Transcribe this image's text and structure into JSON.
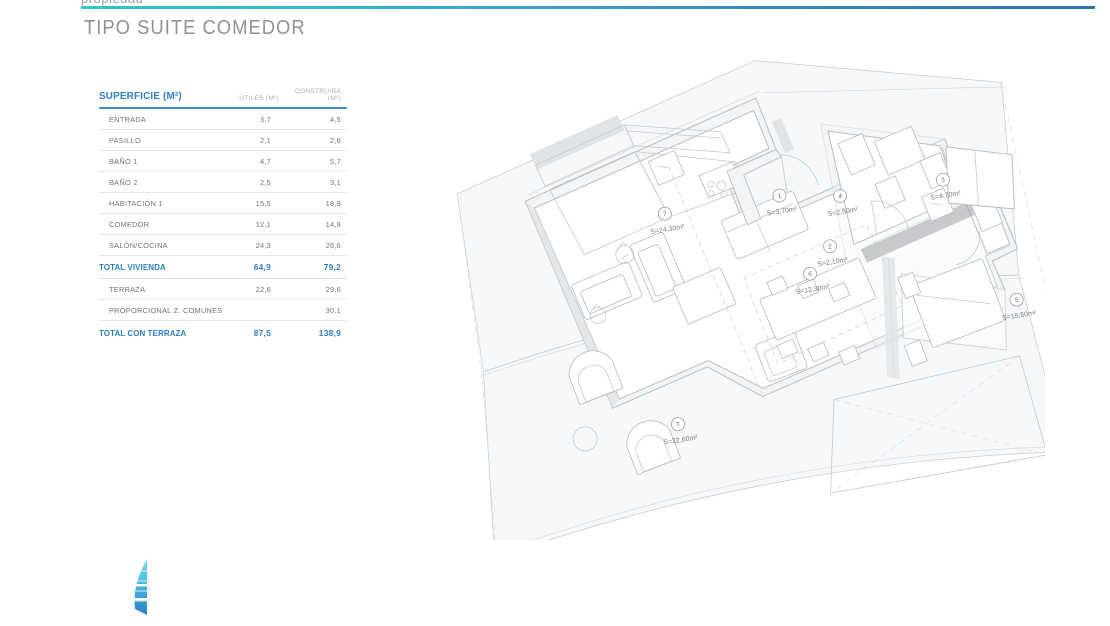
{
  "header": {
    "clipped_text": "propiedad",
    "rule_color_start": "#2ec9c6",
    "rule_color_end": "#2a76b4"
  },
  "page_title": "TIPO SUITE COMEDOR",
  "watermark": {
    "text": "propiedades"
  },
  "table": {
    "title": "SUPERFICIE (M²)",
    "columns": [
      "ÚTILES (M²)",
      "CONSTRUIDA (M²)"
    ],
    "accent_color": "#2f7fbe",
    "rows": [
      {
        "name": "ENTRADA",
        "utiles": "3,7",
        "construida": "4,5",
        "total": false
      },
      {
        "name": "PASILLO",
        "utiles": "2,1",
        "construida": "2,6",
        "total": false
      },
      {
        "name": "BAÑO 1",
        "utiles": "4,7",
        "construida": "5,7",
        "total": false
      },
      {
        "name": "BAÑO 2",
        "utiles": "2,5",
        "construida": "3,1",
        "total": false
      },
      {
        "name": "HABITACIÓN 1",
        "utiles": "15,5",
        "construida": "18,9",
        "total": false
      },
      {
        "name": "COMEDOR",
        "utiles": "12,1",
        "construida": "14,8",
        "total": false
      },
      {
        "name": "SALÓN/COCINA",
        "utiles": "24,3",
        "construida": "26,6",
        "total": false
      },
      {
        "name": "TOTAL VIVIENDA",
        "utiles": "64,9",
        "construida": "79,2",
        "total": true
      },
      {
        "name": "TERRAZA",
        "utiles": "22,6",
        "construida": "29,6",
        "total": false
      },
      {
        "name": "PROPORCIONAL Z. COMUNES",
        "utiles": "",
        "construida": "30,1",
        "total": false
      },
      {
        "name": "TOTAL CON TERRAZA",
        "utiles": "87,5",
        "construida": "138,9",
        "total": true
      }
    ]
  },
  "floorplan": {
    "callouts": [
      {
        "id": "7",
        "area": "S=24,30m²"
      },
      {
        "id": "1",
        "area": "S=3,70m²"
      },
      {
        "id": "4",
        "area": "S=2,50m²"
      },
      {
        "id": "3",
        "area": "S=4,70m²"
      },
      {
        "id": "2",
        "area": "S=2,10m²"
      },
      {
        "id": "6",
        "area": "S=12,30m²"
      },
      {
        "id": "5",
        "area": "S=15,50m²"
      },
      {
        "id": "T",
        "area": "S=22,60m²"
      }
    ]
  },
  "logo": {
    "name": "tower-logo",
    "color_top": "#6fd4ea",
    "color_bottom": "#2f7fbe"
  }
}
